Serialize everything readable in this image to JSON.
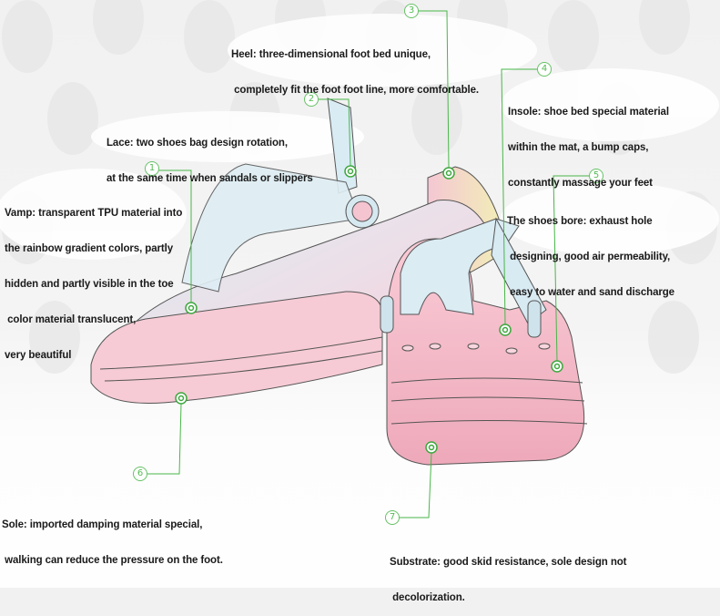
{
  "colors": {
    "callout_line": "#49b649",
    "sole_pink": "#f2b8c4",
    "strap_blue": "#cfe6f0"
  },
  "callouts": [
    {
      "number": "1",
      "lines": [
        "Vamp: transparent TPU material into",
        "the rainbow gradient colors, partly",
        "hidden and partly visible in the toe",
        " color material translucent,",
        "very beautiful"
      ]
    },
    {
      "number": "2",
      "lines": [
        "Lace: two shoes bag design rotation,",
        "at the same time when sandals or slippers"
      ]
    },
    {
      "number": "3",
      "lines": [
        "Heel: three-dimensional foot bed unique,",
        " completely fit the foot foot line, more comfortable."
      ]
    },
    {
      "number": "4",
      "lines": [
        "Insole: shoe bed special material",
        "within the mat, a bump caps,",
        "constantly massage your feet"
      ]
    },
    {
      "number": "5",
      "lines": [
        "The shoes bore: exhaust hole",
        " designing, good air permeability,",
        " easy to water and sand discharge"
      ]
    },
    {
      "number": "6",
      "lines": [
        "Sole: imported damping material special,",
        " walking can reduce the pressure on the foot."
      ]
    },
    {
      "number": "7",
      "lines": [
        "Substrate: good skid resistance, sole design not",
        " decolorization."
      ]
    }
  ]
}
